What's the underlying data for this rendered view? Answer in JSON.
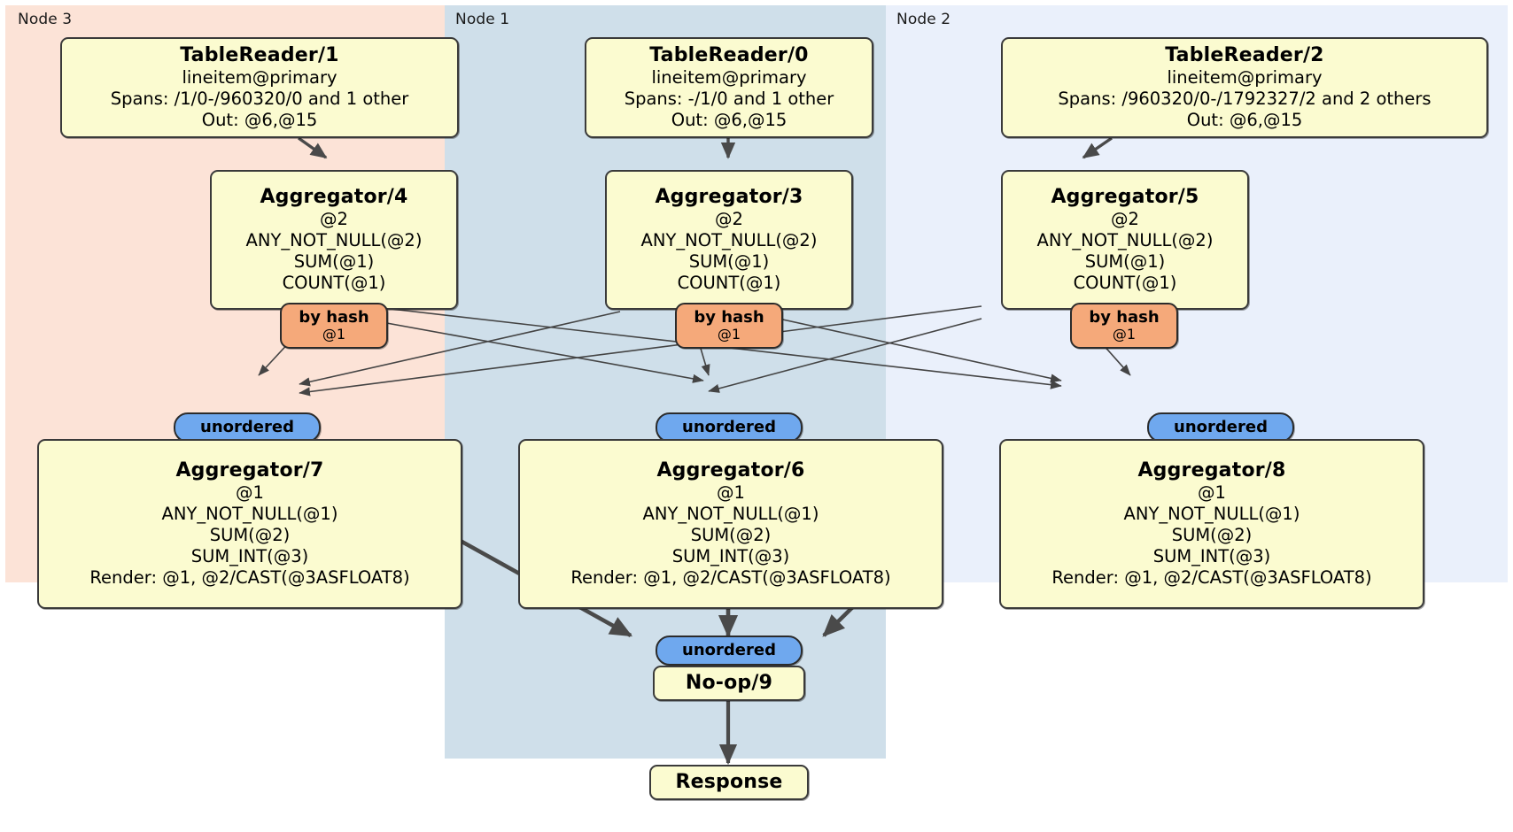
{
  "colors": {
    "node3_bg": "#fce3d7",
    "node1_bg": "#cfdfea",
    "node2_bg": "#eaf0fb",
    "box_fill": "#fbfbd0",
    "box_stroke": "#3a3a3a",
    "hash_fill": "#f5a97a",
    "unordered_fill": "#6fa8ee",
    "edge_thin": "#444444",
    "edge_thick": "#4a4a4a"
  },
  "nodes": [
    {
      "id": "node3",
      "label": "Node 3"
    },
    {
      "id": "node1",
      "label": "Node 1"
    },
    {
      "id": "node2",
      "label": "Node 2"
    }
  ],
  "processors": {
    "tablereader1": {
      "title": "TableReader/1",
      "lines": [
        "lineitem@primary",
        "Spans: /1/0-/960320/0 and 1 other",
        "Out: @6,@15"
      ]
    },
    "tablereader0": {
      "title": "TableReader/0",
      "lines": [
        "lineitem@primary",
        "Spans: -/1/0 and 1 other",
        "Out: @6,@15"
      ]
    },
    "tablereader2": {
      "title": "TableReader/2",
      "lines": [
        "lineitem@primary",
        "Spans: /960320/0-/1792327/2 and 2 others",
        "Out: @6,@15"
      ]
    },
    "aggregator4": {
      "title": "Aggregator/4",
      "lines": [
        "@2",
        "ANY_NOT_NULL(@2)",
        "SUM(@1)",
        "COUNT(@1)"
      ]
    },
    "aggregator3": {
      "title": "Aggregator/3",
      "lines": [
        "@2",
        "ANY_NOT_NULL(@2)",
        "SUM(@1)",
        "COUNT(@1)"
      ]
    },
    "aggregator5": {
      "title": "Aggregator/5",
      "lines": [
        "@2",
        "ANY_NOT_NULL(@2)",
        "SUM(@1)",
        "COUNT(@1)"
      ]
    },
    "aggregator7": {
      "title": "Aggregator/7",
      "lines": [
        "@1",
        "ANY_NOT_NULL(@1)",
        "SUM(@2)",
        "SUM_INT(@3)",
        "Render: @1, @2/CAST(@3ASFLOAT8)"
      ]
    },
    "aggregator6": {
      "title": "Aggregator/6",
      "lines": [
        "@1",
        "ANY_NOT_NULL(@1)",
        "SUM(@2)",
        "SUM_INT(@3)",
        "Render: @1, @2/CAST(@3ASFLOAT8)"
      ]
    },
    "aggregator8": {
      "title": "Aggregator/8",
      "lines": [
        "@1",
        "ANY_NOT_NULL(@1)",
        "SUM(@2)",
        "SUM_INT(@3)",
        "Render: @1, @2/CAST(@3ASFLOAT8)"
      ]
    },
    "noop9": {
      "title": "No-op/9",
      "lines": []
    },
    "response": {
      "title": "Response",
      "lines": []
    }
  },
  "routers": {
    "hash_left": {
      "kind": "by hash",
      "key": "@1"
    },
    "hash_mid": {
      "kind": "by hash",
      "key": "@1"
    },
    "hash_right": {
      "kind": "by hash",
      "key": "@1"
    }
  },
  "synchronizers": {
    "unordered_left": {
      "label": "unordered"
    },
    "unordered_mid": {
      "label": "unordered"
    },
    "unordered_right": {
      "label": "unordered"
    },
    "unordered_final": {
      "label": "unordered"
    }
  }
}
